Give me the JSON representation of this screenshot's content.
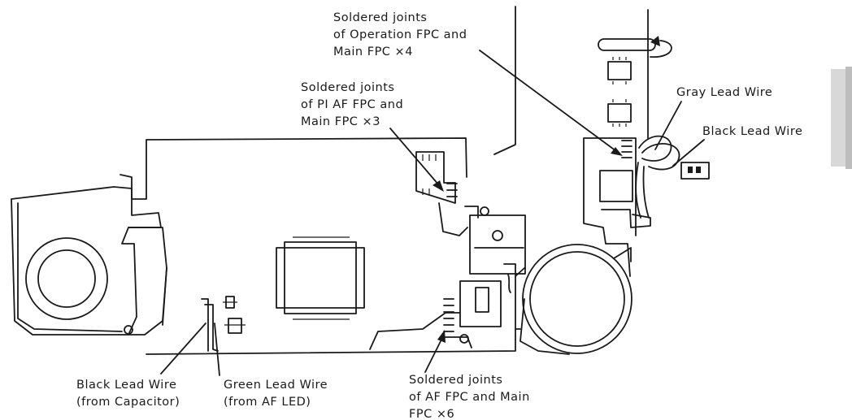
{
  "labels": {
    "operation": [
      "Soldered joints",
      "of Operation FPC and",
      "Main FPC  ×4"
    ],
    "pi_af": [
      "Soldered  joints",
      "of PI AF FPC and",
      "Main FPC  ×3"
    ],
    "gray": "Gray Lead Wire",
    "black_right": "Black Lead Wire",
    "black_cap": [
      "Black Lead Wire",
      "(from Capacitor)"
    ],
    "green": [
      "Green Lead Wire",
      "(from AF LED)"
    ],
    "af_fpc": [
      "Soldered joints",
      "of AF FPC and Main",
      "FPC  ×6"
    ]
  },
  "icons": {
    "rotate_arrow": "curved-rotate-arrow-icon"
  }
}
